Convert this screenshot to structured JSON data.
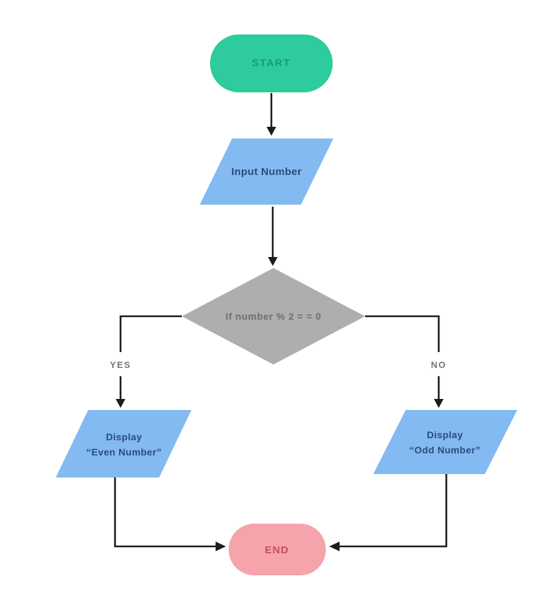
{
  "diagram": {
    "background": "#ffffff",
    "edge": {
      "color": "#1c1c1c",
      "yes_label": "YES",
      "no_label": "NO",
      "branch_label_color": "#757575"
    },
    "nodes": {
      "start": {
        "type": "terminator",
        "label": "START",
        "fill": "#2dcb9d",
        "text_color": "#189c73"
      },
      "input": {
        "type": "input-output",
        "label": "Input Number",
        "fill": "#82baf1",
        "text_color": "#2c4b7e"
      },
      "decision": {
        "type": "decision",
        "label": "If number % 2 = = 0",
        "fill": "#aeaeae",
        "text_color": "#6e6e6e"
      },
      "display_even": {
        "type": "input-output",
        "label_line1": "Display",
        "label_line2": "“Even Number”",
        "fill": "#82baf1",
        "text_color": "#2c4b7e"
      },
      "display_odd": {
        "type": "input-output",
        "label_line1": "Display",
        "label_line2": "“Odd Number”",
        "fill": "#82baf1",
        "text_color": "#2c4b7e"
      },
      "end": {
        "type": "terminator",
        "label": "END",
        "fill": "#f7a3ac",
        "text_color": "#c44f5e"
      }
    }
  }
}
